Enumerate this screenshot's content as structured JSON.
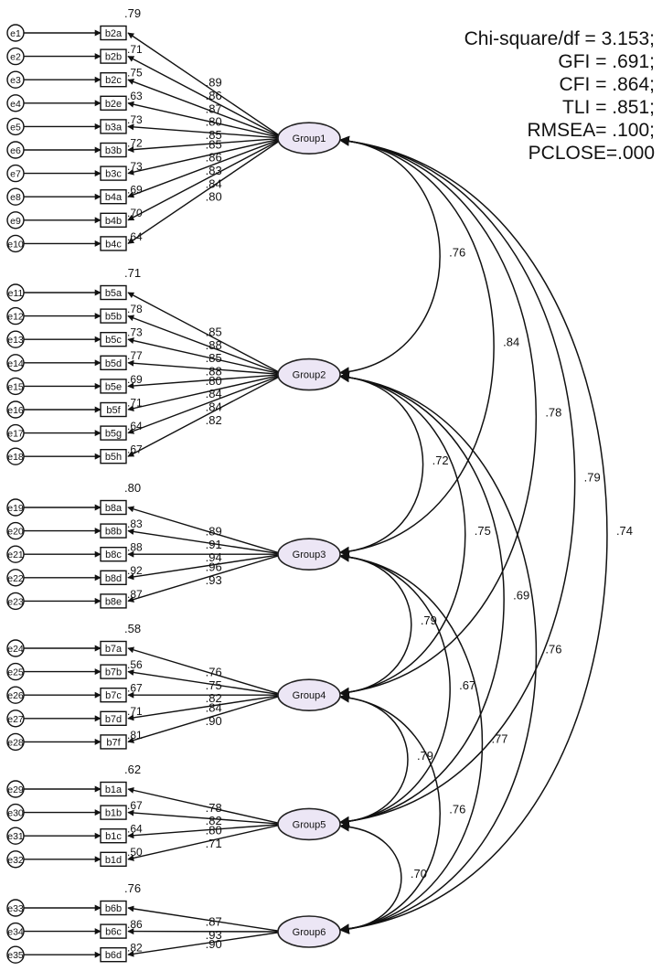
{
  "fit_stats": [
    "Chi-square/df = 3.153;",
    "GFI = .691;",
    "CFI = .864;",
    "TLI = .851;",
    "RMSEA= .100;",
    "PCLOSE=.000"
  ],
  "groups": [
    {
      "name": "Group1",
      "first_r2": ".79",
      "items": [
        {
          "label": "b2a",
          "error": "e1",
          "r2": ".71",
          "loading": ".89"
        },
        {
          "label": "b2b",
          "error": "e2",
          "r2": ".75",
          "loading": ".86"
        },
        {
          "label": "b2c",
          "error": "e3",
          "r2": ".63",
          "loading": ".87"
        },
        {
          "label": "b2e",
          "error": "e4",
          "r2": ".73",
          "loading": ".80"
        },
        {
          "label": "b3a",
          "error": "e5",
          "r2": ".72",
          "loading": ".85"
        },
        {
          "label": "b3b",
          "error": "e6",
          "r2": ".73",
          "loading": ".85"
        },
        {
          "label": "b3c",
          "error": "e7",
          "r2": ".69",
          "loading": ".86"
        },
        {
          "label": "b4a",
          "error": "e8",
          "r2": ".70",
          "loading": ".83"
        },
        {
          "label": "b4b",
          "error": "e9",
          "r2": ".64",
          "loading": ".84"
        },
        {
          "label": "b4c",
          "error": "e10",
          "r2": "",
          "loading": ".80"
        }
      ]
    },
    {
      "name": "Group2",
      "first_r2": ".71",
      "items": [
        {
          "label": "b5a",
          "error": "e11",
          "r2": ".78",
          "loading": ".85"
        },
        {
          "label": "b5b",
          "error": "e12",
          "r2": ".73",
          "loading": ".88"
        },
        {
          "label": "b5c",
          "error": "e13",
          "r2": ".77",
          "loading": ".85"
        },
        {
          "label": "b5d",
          "error": "e14",
          "r2": ".69",
          "loading": ".88"
        },
        {
          "label": "b5e",
          "error": "e15",
          "r2": ".71",
          "loading": ".80"
        },
        {
          "label": "b5f",
          "error": "e16",
          "r2": ".64",
          "loading": ".84"
        },
        {
          "label": "b5g",
          "error": "e17",
          "r2": ".67",
          "loading": ".84"
        },
        {
          "label": "b5h",
          "error": "e18",
          "r2": "",
          "loading": ".82"
        }
      ]
    },
    {
      "name": "Group3",
      "first_r2": ".80",
      "items": [
        {
          "label": "b8a",
          "error": "e19",
          "r2": ".83",
          "loading": ".89"
        },
        {
          "label": "b8b",
          "error": "e20",
          "r2": ".88",
          "loading": ".91"
        },
        {
          "label": "b8c",
          "error": "e21",
          "r2": ".92",
          "loading": ".94"
        },
        {
          "label": "b8d",
          "error": "e22",
          "r2": ".87",
          "loading": ".96"
        },
        {
          "label": "b8e",
          "error": "e23",
          "r2": "",
          "loading": ".93"
        }
      ]
    },
    {
      "name": "Group4",
      "first_r2": ".58",
      "items": [
        {
          "label": "b7a",
          "error": "e24",
          "r2": ".56",
          "loading": ".76"
        },
        {
          "label": "b7b",
          "error": "e25",
          "r2": ".67",
          "loading": ".75"
        },
        {
          "label": "b7c",
          "error": "e26",
          "r2": ".71",
          "loading": ".82"
        },
        {
          "label": "b7d",
          "error": "e27",
          "r2": ".81",
          "loading": ".84"
        },
        {
          "label": "b7f",
          "error": "e28",
          "r2": "",
          "loading": ".90"
        }
      ]
    },
    {
      "name": "Group5",
      "first_r2": ".62",
      "items": [
        {
          "label": "b1a",
          "error": "e29",
          "r2": ".67",
          "loading": ".78"
        },
        {
          "label": "b1b",
          "error": "e30",
          "r2": ".64",
          "loading": ".82"
        },
        {
          "label": "b1c",
          "error": "e31",
          "r2": ".50",
          "loading": ".80"
        },
        {
          "label": "b1d",
          "error": "e32",
          "r2": "",
          "loading": ".71"
        }
      ]
    },
    {
      "name": "Group6",
      "first_r2": ".76",
      "items": [
        {
          "label": "b6b",
          "error": "e33",
          "r2": ".86",
          "loading": ".87"
        },
        {
          "label": "b6c",
          "error": "e34",
          "r2": ".82",
          "loading": ".93"
        },
        {
          "label": "b6d",
          "error": "e35",
          "r2": "",
          "loading": ".90"
        }
      ]
    }
  ],
  "correlations": [
    {
      "from": "Group1",
      "to": "Group2",
      "value": ".76"
    },
    {
      "from": "Group1",
      "to": "Group3",
      "value": ".84"
    },
    {
      "from": "Group1",
      "to": "Group4",
      "value": ".78"
    },
    {
      "from": "Group1",
      "to": "Group5",
      "value": ".79"
    },
    {
      "from": "Group1",
      "to": "Group6",
      "value": ".74"
    },
    {
      "from": "Group2",
      "to": "Group3",
      "value": ".72"
    },
    {
      "from": "Group2",
      "to": "Group4",
      "value": ".75"
    },
    {
      "from": "Group2",
      "to": "Group5",
      "value": ".69"
    },
    {
      "from": "Group2",
      "to": "Group6",
      "value": ".76"
    },
    {
      "from": "Group3",
      "to": "Group4",
      "value": ".79"
    },
    {
      "from": "Group3",
      "to": "Group5",
      "value": ".67"
    },
    {
      "from": "Group3",
      "to": "Group6",
      "value": ".77"
    },
    {
      "from": "Group4",
      "to": "Group5",
      "value": ".79"
    },
    {
      "from": "Group4",
      "to": "Group6",
      "value": ".76"
    },
    {
      "from": "Group5",
      "to": "Group6",
      "value": ".70"
    }
  ],
  "colors": {
    "latent_fill": "#ece6f5",
    "latent_stroke": "#222222",
    "line": "#111111"
  }
}
